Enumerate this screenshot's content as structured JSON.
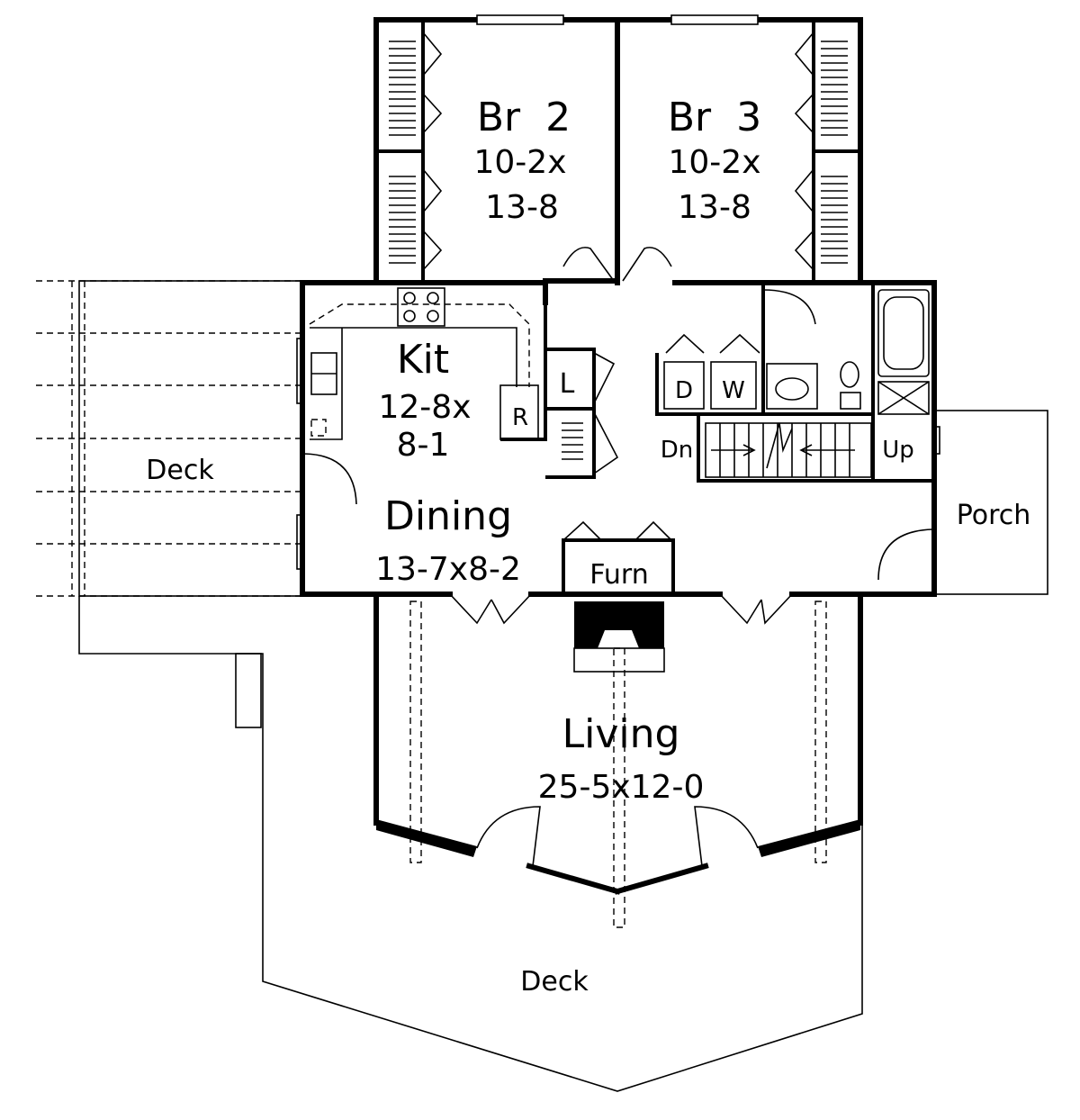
{
  "rooms": {
    "br2": {
      "name": "Br  2",
      "dim1": "10-2x",
      "dim2": "13-8"
    },
    "br3": {
      "name": "Br  3",
      "dim1": "10-2x",
      "dim2": "13-8"
    },
    "kit": {
      "name": "Kit",
      "dim1": "12-8x",
      "dim2": "8-1"
    },
    "dining": {
      "name": "Dining",
      "dim": "13-7x8-2"
    },
    "living": {
      "name": "Living",
      "dim": "25-5x12-0"
    },
    "furn": {
      "name": "Furn"
    },
    "porch": {
      "name": "Porch"
    },
    "deck_left": {
      "name": "Deck"
    },
    "deck_bottom": {
      "name": "Deck"
    }
  },
  "fixtures": {
    "linen": "L",
    "refrigerator": "R",
    "dryer": "D",
    "washer": "W",
    "stairs_down": "Dn",
    "stairs_up": "Up"
  }
}
